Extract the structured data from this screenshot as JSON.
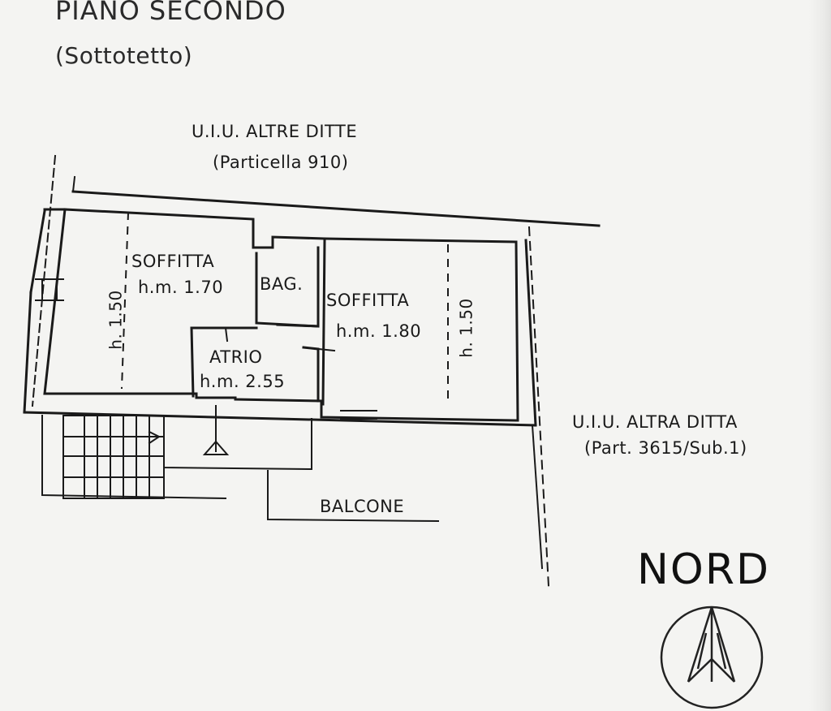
{
  "header": {
    "title": "PIANO SECONDO",
    "subtitle": "(Sottotetto)"
  },
  "neighbors": {
    "north": {
      "name": "U.I.U. ALTRE DITTE",
      "parcel": "(Particella 910)"
    },
    "east": {
      "name": "U.I.U. ALTRA DITTA",
      "parcel": "(Part. 3615/Sub.1)"
    }
  },
  "rooms": {
    "soffitta_left": {
      "name": "SOFFITTA",
      "height": "h.m. 1.70",
      "side_height": "h. 1.50"
    },
    "bagno": {
      "name": "BAG."
    },
    "atrio": {
      "name": "ATRIO",
      "height": "h.m. 2.55"
    },
    "soffitta_right": {
      "name": "SOFFITTA",
      "height": "h.m. 1.80",
      "side_height": "h. 1.50"
    },
    "balcone": {
      "name": "BALCONE"
    }
  },
  "compass": {
    "label": "NORD"
  },
  "colors": {
    "ink": "#1a1a1a",
    "paper": "#f4f4f2"
  }
}
